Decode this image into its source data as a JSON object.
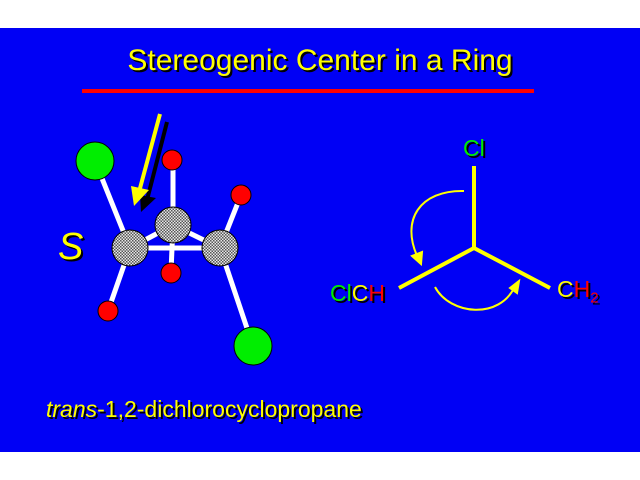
{
  "slide": {
    "title": "Stereogenic Center in a Ring",
    "configuration_label": "S",
    "caption_italic": "trans",
    "caption_rest": "-1,2-dichlorocyclopropane",
    "projection": {
      "top_substituent": "Cl",
      "left_substituent": {
        "part1": "Cl",
        "part2": "C",
        "part3": "H"
      },
      "right_substituent": {
        "part1": "C",
        "part2": "H",
        "subscript": "2"
      }
    }
  },
  "colors": {
    "background": "#0000f5",
    "text": "#ffff00",
    "underline": "#ff0000",
    "chlorine": "#00ee00",
    "hydrogen": "#ff0000"
  }
}
